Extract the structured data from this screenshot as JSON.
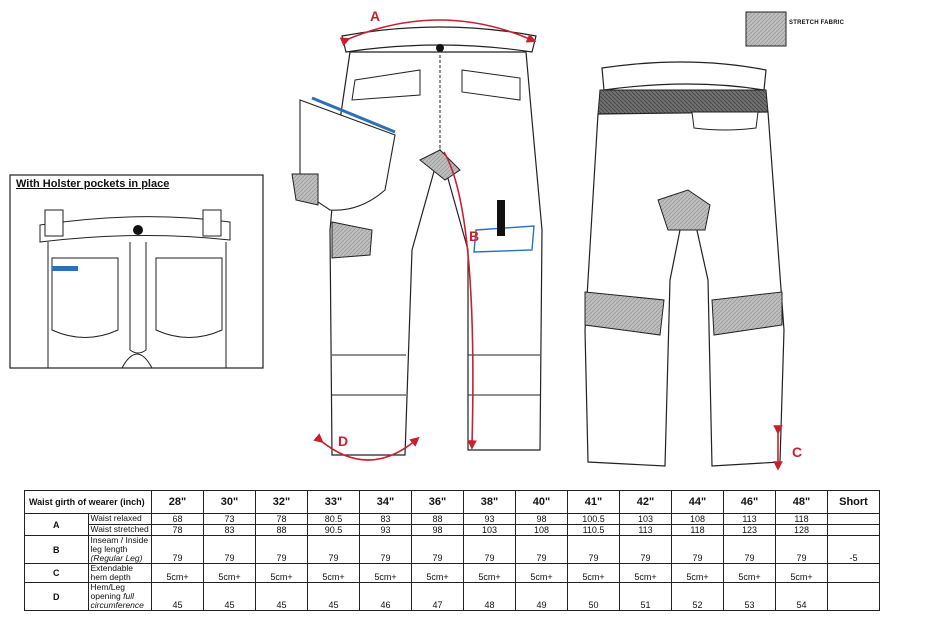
{
  "inset": {
    "title": "With Holster pockets in place"
  },
  "legend": {
    "label": "STRETCH FABRIC"
  },
  "markers": {
    "a": "A",
    "b": "B",
    "c": "C",
    "d": "D"
  },
  "colors": {
    "accent_red": "#c8202f",
    "accent_blue": "#2f6fb6",
    "stretch_gray": "#b4b4b4",
    "waistband_dark": "#6c6c6c"
  },
  "table": {
    "header_label": "Waist girth of wearer (inch)",
    "sizes": [
      "28\"",
      "30\"",
      "32\"",
      "33\"",
      "34\"",
      "36\"",
      "38\"",
      "40\"",
      "41\"",
      "42\"",
      "44\"",
      "46\"",
      "48\"",
      "Short"
    ],
    "rows": [
      {
        "key": "A",
        "label": "Waist relaxed",
        "sublabel": "",
        "values": [
          "68",
          "73",
          "78",
          "80.5",
          "83",
          "88",
          "93",
          "98",
          "100.5",
          "103",
          "108",
          "113",
          "118",
          ""
        ]
      },
      {
        "key": "",
        "label": "Waist stretched",
        "sublabel": "",
        "values": [
          "78",
          "83",
          "88",
          "90.5",
          "93",
          "98",
          "103",
          "108",
          "110.5",
          "113",
          "118",
          "123",
          "128",
          ""
        ]
      },
      {
        "key": "B",
        "label": "Inseam / Inside leg length",
        "sublabel": "(Regular Leg)",
        "values": [
          "79",
          "79",
          "79",
          "79",
          "79",
          "79",
          "79",
          "79",
          "79",
          "79",
          "79",
          "79",
          "79",
          "-5"
        ]
      },
      {
        "key": "C",
        "label": "Extendable hem depth",
        "sublabel": "",
        "values": [
          "5cm+",
          "5cm+",
          "5cm+",
          "5cm+",
          "5cm+",
          "5cm+",
          "5cm+",
          "5cm+",
          "5cm+",
          "5cm+",
          "5cm+",
          "5cm+",
          "5cm+",
          ""
        ]
      },
      {
        "key": "D",
        "label": "Hem/Leg opening ",
        "label_italic": "full",
        "sublabel": "circumference",
        "values": [
          "45",
          "45",
          "45",
          "45",
          "46",
          "47",
          "48",
          "49",
          "50",
          "51",
          "52",
          "53",
          "54",
          ""
        ]
      }
    ]
  }
}
